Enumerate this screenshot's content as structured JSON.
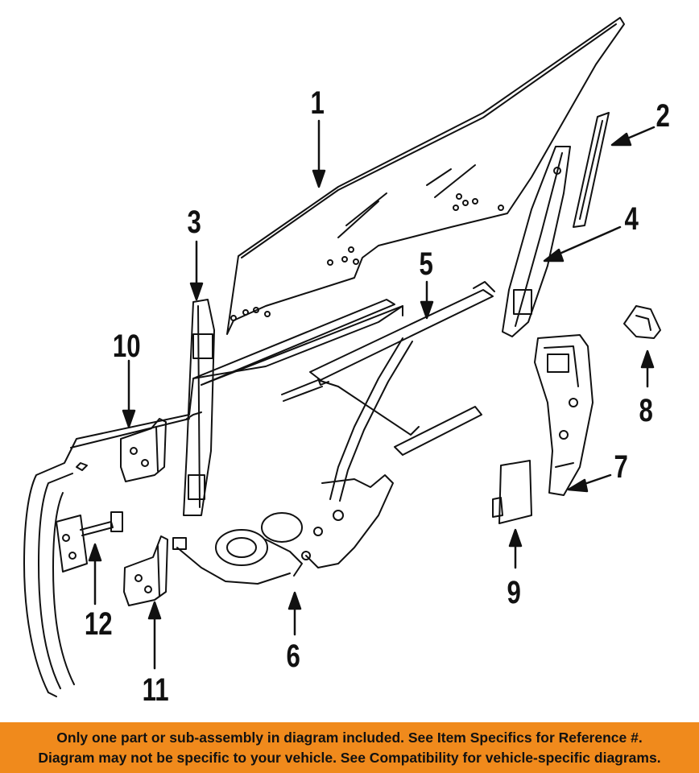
{
  "diagram": {
    "callouts": [
      "1",
      "2",
      "3",
      "4",
      "5",
      "6",
      "7",
      "8",
      "9",
      "10",
      "11",
      "12"
    ]
  },
  "banner": {
    "line1": "Only one part or sub-assembly in diagram included. See Item Specifics for Reference #.",
    "line2": "Diagram may not be specific to your vehicle. See Compatibility for vehicle-specific diagrams.",
    "background": "#f08a1c"
  }
}
